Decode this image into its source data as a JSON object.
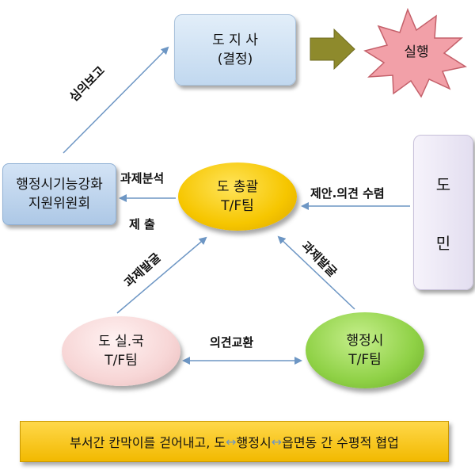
{
  "nodes": {
    "governor": {
      "line1": "도 지 사",
      "line2": "(결정)"
    },
    "execution": {
      "label": "실행"
    },
    "committee": {
      "line1": "행정시기능강화",
      "line2": "지원위원회"
    },
    "tf_team": {
      "line1": "도 총괄",
      "line2": "T/F팀"
    },
    "citizens": {
      "line1": "도",
      "line2": "민"
    },
    "dept_tf": {
      "line1": "도 실.국",
      "line2": "T/F팀"
    },
    "city_tf": {
      "line1": "행정시",
      "line2": "T/F팀"
    }
  },
  "edge_labels": {
    "deliberation_report": "심의보고",
    "task_analysis": "과제분석",
    "submission": "제 출",
    "proposal_collection": "제안.의견 수렴",
    "task_discovery_left": "과제발굴",
    "task_discovery_right": "과제발굴",
    "opinion_exchange": "의견교환"
  },
  "banner": {
    "part1": "부서간 칸막이를 걷어내고,  도",
    "sym1": "↔",
    "part2": " 행정시 ",
    "sym2": "↔",
    "part3": "읍면동 간 수평적 협업"
  },
  "colors": {
    "arrow": "#6d96c4",
    "governor_fill": "#c1d8ef",
    "tf_fill": "#f6c600",
    "dept_fill": "#f7d6d6",
    "city_fill": "#8fd146",
    "citizens_fill": "#ebe7f4",
    "execution_fill": "#f2a0a8",
    "execute_arrow": "#8e8a2c",
    "banner_fill": "#f6c600"
  }
}
